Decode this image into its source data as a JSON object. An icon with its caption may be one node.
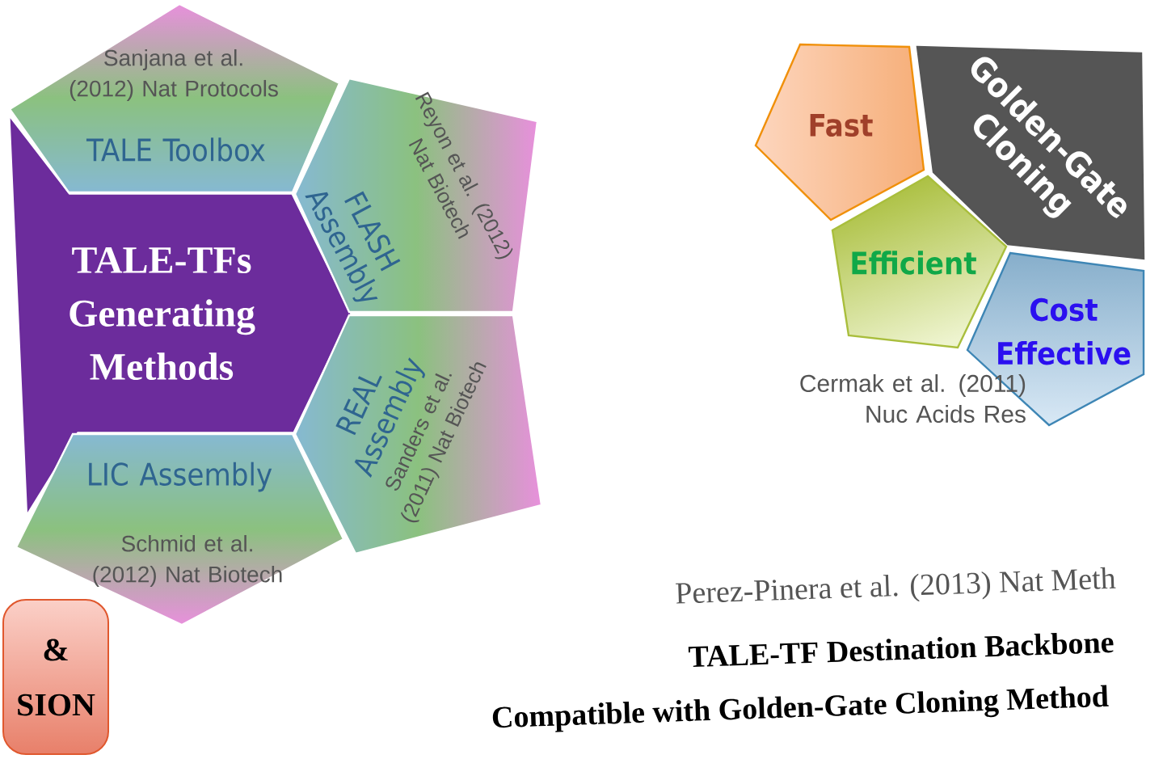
{
  "diagram": {
    "nodes": [
      {
        "text": [
          "TALE-TFs Generating Methods"
        ]
      },
      {
        "text": [
          "Sanjana et al. (2012) Nat Protocols",
          "TALE Toolbox"
        ]
      },
      {
        "text": [
          "FLASH Assembly",
          "Reyon et al. (2012) Nat Biotech"
        ]
      },
      {
        "text": [
          "REAL Assembly",
          "Sanders et al. (2011) Nat Biotech"
        ]
      },
      {
        "text": [
          "LIC Assembly",
          "Schmid et al. (2012) Nat Biotech"
        ]
      },
      {
        "text": [
          "Fast"
        ]
      },
      {
        "text": [
          "Golden-Gate Cloning"
        ]
      },
      {
        "text": [
          "Efficient"
        ]
      },
      {
        "text": [
          "Cost Effective"
        ]
      },
      {
        "text": [
          "& SION"
        ]
      }
    ],
    "labels": [
      "Cermak et al. (2011) Nuc Acids Res",
      "Perez-Pinera et al. (2013)  Nat Meth",
      "TALE-TF Destination Backbone",
      "Compatible with Golden-Gate Cloning Method"
    ]
  }
}
